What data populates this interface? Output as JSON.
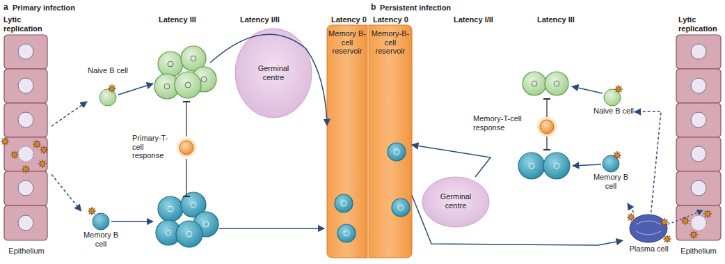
{
  "diagram": {
    "nodes": [
      {
        "text": [
          "Epithelium"
        ]
      },
      {
        "text": [
          "Naive B cell"
        ]
      },
      {
        "text": [
          "Memory B cell"
        ]
      },
      {
        "text": [
          "Primary-T-cell response"
        ]
      },
      {
        "text": [
          "Germinal centre"
        ]
      },
      {
        "text": [
          "Memory B-cell reservoir"
        ]
      },
      {
        "text": [
          "Memory-B-cell reservoir"
        ]
      },
      {
        "text": [
          "Germinal centre"
        ]
      },
      {
        "text": [
          "Memory-T-cell response"
        ]
      },
      {
        "text": [
          "Naive B cell"
        ]
      },
      {
        "text": [
          "Memory B cell"
        ]
      },
      {
        "text": [
          "Plasma cell"
        ]
      },
      {
        "text": [
          "Epithelium"
        ]
      }
    ],
    "edges": [
      {
        "from": 0,
        "to": 1,
        "arrow": "to"
      },
      {
        "from": 0,
        "to": 2,
        "arrow": "to"
      },
      {
        "from": 7,
        "to": 6,
        "arrow": "to"
      },
      {
        "from": 6,
        "to": 11,
        "arrow": "to"
      },
      {
        "from": 11,
        "to": 10,
        "arrow": "to"
      },
      {
        "from": 11,
        "to": 9,
        "arrow": "to"
      }
    ],
    "labels": [
      "a",
      "Primary infection",
      "b",
      "Persistent infection",
      "Lytic replication",
      "Latency III",
      "Latency I/II",
      "Latency 0",
      "Latency 0",
      "Latency I/II",
      "Latency III",
      "Lytic replication"
    ]
  }
}
